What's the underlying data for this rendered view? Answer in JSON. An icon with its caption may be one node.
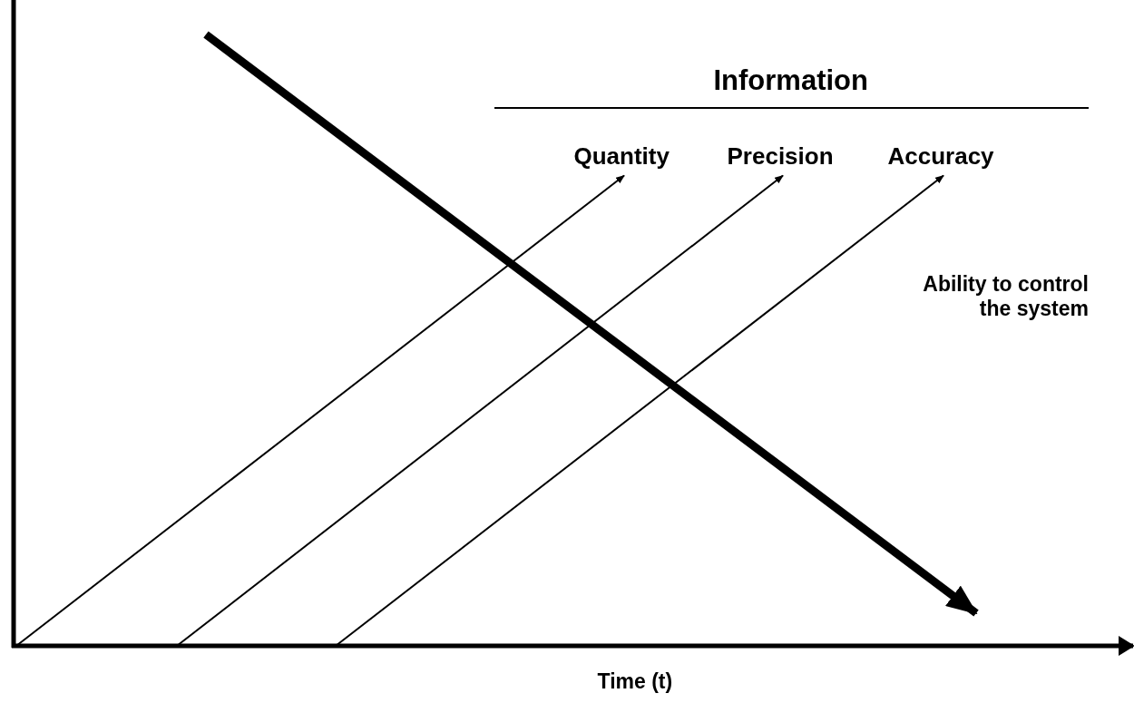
{
  "diagram": {
    "nodes": [
      {
        "text": [
          "Quantity"
        ]
      },
      {
        "text": [
          "Precision"
        ]
      },
      {
        "text": [
          "Accuracy"
        ]
      }
    ],
    "edges": [
      {
        "from": null,
        "to": 0,
        "arrow": "to"
      },
      {
        "from": null,
        "to": 1,
        "arrow": "to"
      },
      {
        "from": null,
        "to": 2,
        "arrow": "to"
      }
    ],
    "labels": [
      "Information",
      "Ability to control the system",
      "Time (t)"
    ]
  }
}
